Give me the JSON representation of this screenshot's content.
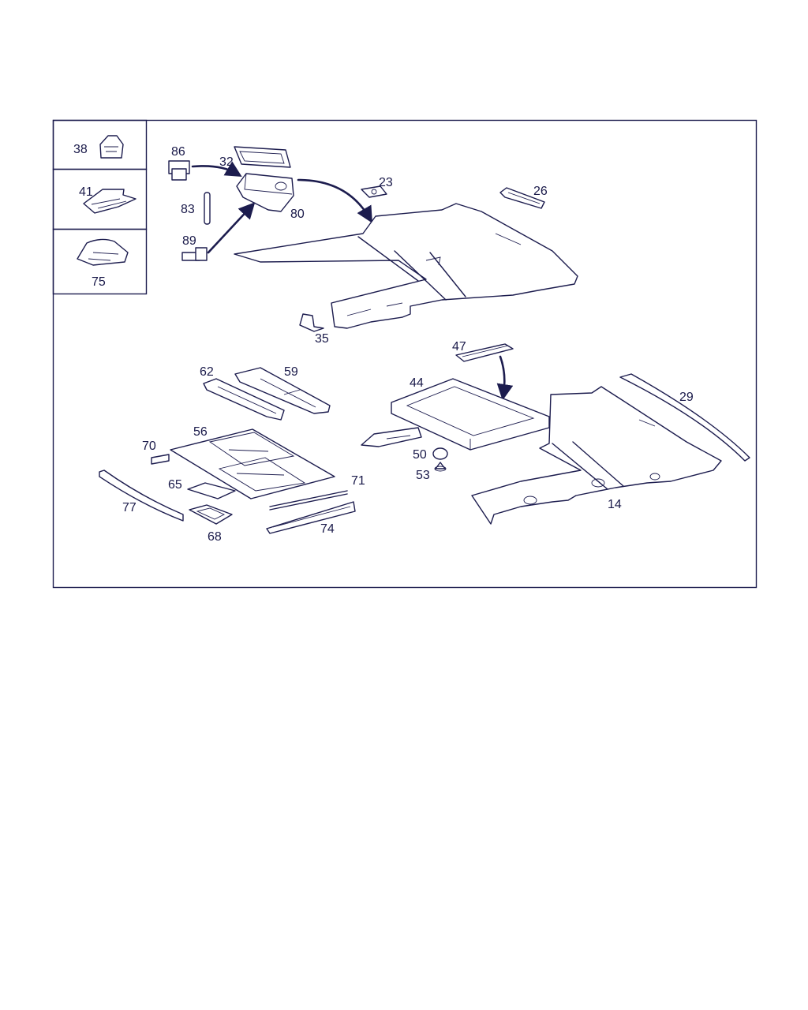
{
  "diagram": {
    "labels": {
      "p38": "38",
      "p41": "41",
      "p75": "75",
      "p86": "86",
      "p32": "32",
      "p83": "83",
      "p80": "80",
      "p89": "89",
      "p23": "23",
      "p26": "26",
      "p35": "35",
      "p47": "47",
      "p62": "62",
      "p59": "59",
      "p44": "44",
      "p29": "29",
      "p56": "56",
      "p70": "70",
      "p50": "50",
      "p53": "53",
      "p65": "65",
      "p71": "71",
      "p77": "77",
      "p14": "14",
      "p68": "68",
      "p74": "74"
    },
    "line_color": "#1c1c4e"
  }
}
